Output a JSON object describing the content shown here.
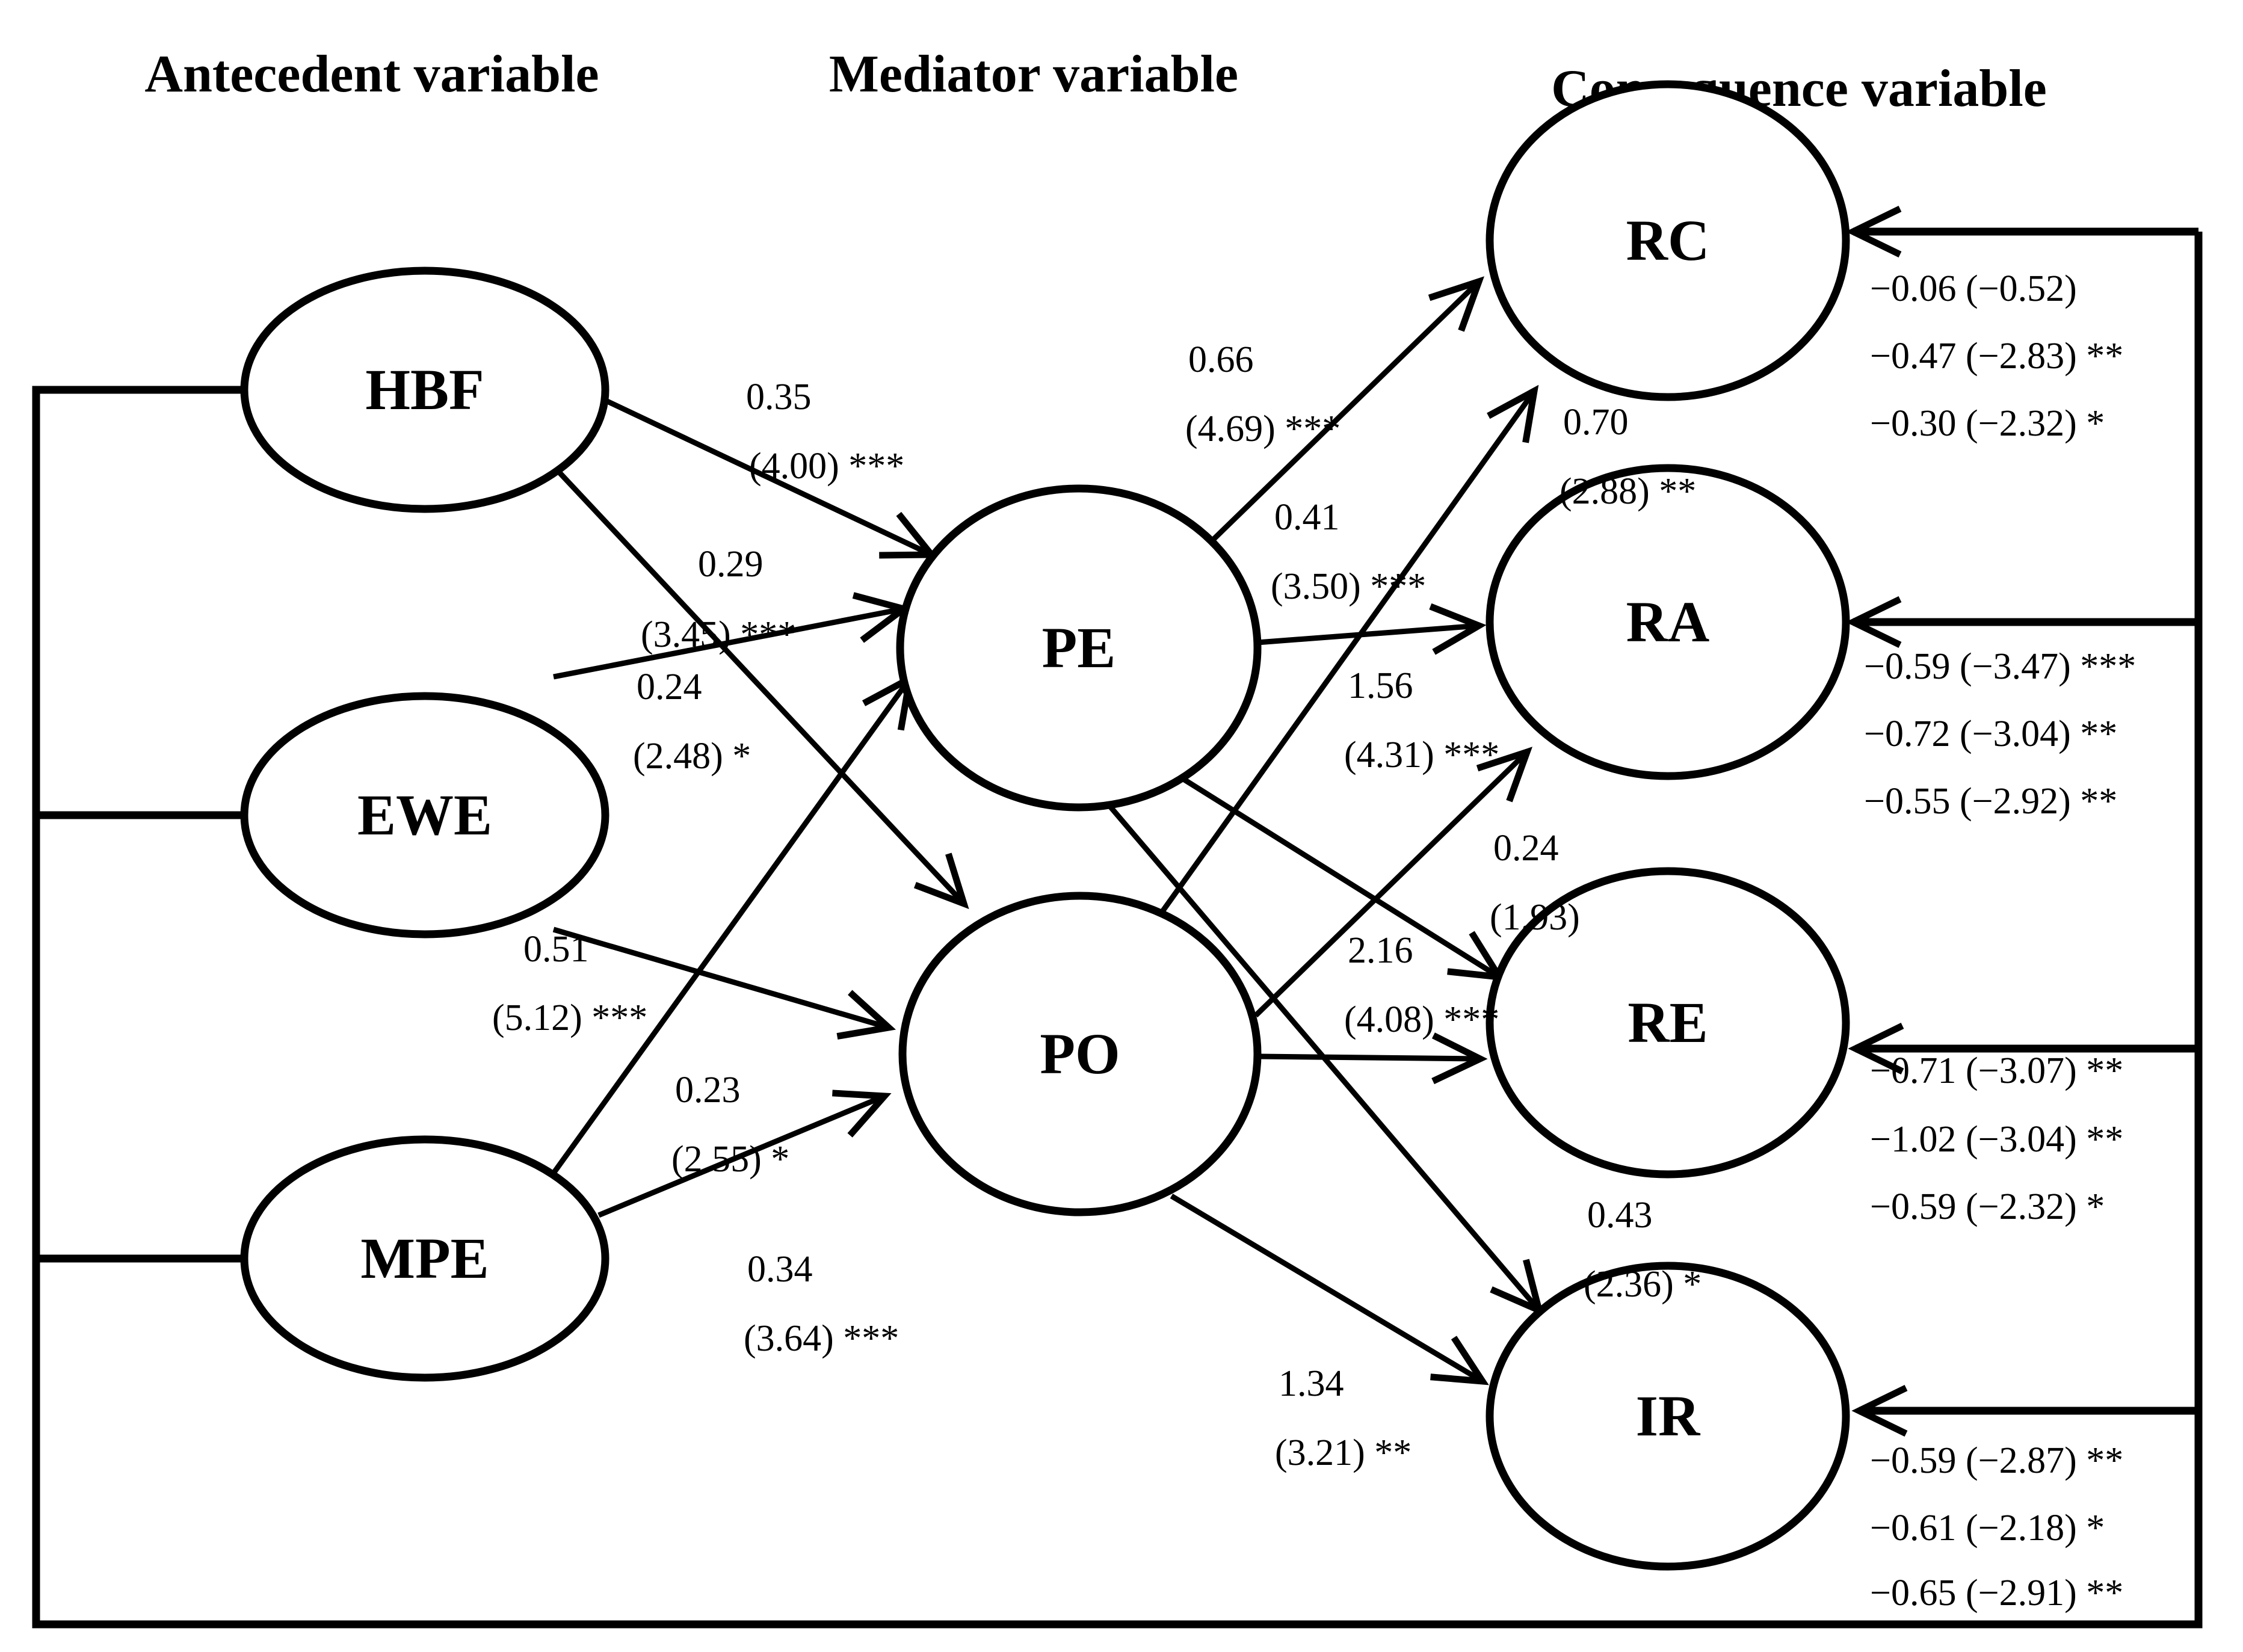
{
  "figure_type": "structural-equation-model-path-diagram",
  "colors": {
    "ink": "#000000",
    "background": "#ffffff"
  },
  "headers": {
    "antecedent": "Antecedent variable",
    "mediator": "Mediator variable",
    "consequence": "Consequence variable"
  },
  "node_labels": {
    "hbf": "HBF",
    "ewe": "EWE",
    "mpe": "MPE",
    "pe": "PE",
    "po": "PO",
    "rc": "RC",
    "ra": "RA",
    "re": "RE",
    "ir": "IR"
  },
  "paths": [
    {
      "from": "HBF",
      "to": "PE",
      "coef": "0.35",
      "t": "(4.00) ***"
    },
    {
      "from": "EWE",
      "to": "PE",
      "coef": "0.29",
      "t": "(3.45) ***"
    },
    {
      "from": "MPE",
      "to": "PE",
      "coef": "0.51",
      "t": "(5.12) ***"
    },
    {
      "from": "HBF",
      "to": "PO",
      "coef": "0.24",
      "t": "(2.48) *"
    },
    {
      "from": "EWE",
      "to": "PO",
      "coef": "0.23",
      "t": "(2.55) *"
    },
    {
      "from": "MPE",
      "to": "PO",
      "coef": "0.34",
      "t": "(3.64) ***"
    },
    {
      "from": "PE",
      "to": "RC",
      "coef": "0.66",
      "t": "(4.69) ***"
    },
    {
      "from": "PE",
      "to": "RA",
      "coef": "0.41",
      "t": "(3.50) ***"
    },
    {
      "from": "PE",
      "to": "RE",
      "coef": "0.24",
      "t": "(1.93)"
    },
    {
      "from": "PE",
      "to": "IR",
      "coef": "0.43",
      "t": "(2.36) *"
    },
    {
      "from": "PO",
      "to": "RC",
      "coef": "0.70",
      "t": "(2.88) **"
    },
    {
      "from": "PO",
      "to": "RA",
      "coef": "1.56",
      "t": "(4.31) ***"
    },
    {
      "from": "PO",
      "to": "RE",
      "coef": "2.16",
      "t": "(4.08) ***"
    },
    {
      "from": "PO",
      "to": "IR",
      "coef": "1.34",
      "t": "(3.21) **"
    }
  ],
  "direct_effects": {
    "RC": [
      "−0.06 (−0.52)",
      "−0.47 (−2.83) **",
      "−0.30 (−2.32) *"
    ],
    "RA": [
      "−0.59 (−3.47) ***",
      "−0.72 (−3.04) **",
      "−0.55 (−2.92) **"
    ],
    "RE": [
      "−0.71 (−3.07) **",
      "−1.02 (−3.04) **",
      "−0.59 (−2.32) *"
    ],
    "IR": [
      "−0.59 (−2.87) **",
      "−0.61 (−2.18) *",
      "−0.65 (−2.91) **"
    ]
  }
}
